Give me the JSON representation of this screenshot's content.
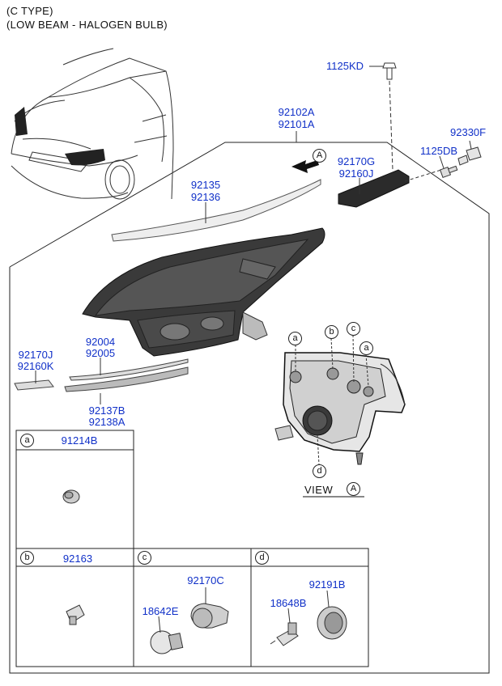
{
  "header": {
    "line1": "(C TYPE)",
    "line2": "(LOW BEAM - HALOGEN BULB)"
  },
  "parts": {
    "bolt_top": "1125KD",
    "lamp_assy_1": "92102A",
    "lamp_assy_2": "92101A",
    "cover_clip": "92330F",
    "bolt_side": "1125DB",
    "bracket_1": "92170G",
    "bracket_2": "92160J",
    "drl_1": "92135",
    "drl_2": "92136",
    "left_bracket_1": "92170J",
    "left_bracket_2": "92160K",
    "lens_strip_1": "92004",
    "lens_strip_2": "92005",
    "lower_strip_1": "92137B",
    "lower_strip_2": "92138A"
  },
  "view": {
    "label": "VIEW",
    "ref": "A"
  },
  "callouts": {
    "a": "a",
    "b": "b",
    "c": "c",
    "d": "d",
    "A": "A"
  },
  "boxes": {
    "a": {
      "letter": "a",
      "part": "91214B"
    },
    "b": {
      "letter": "b",
      "part": "92163"
    },
    "c": {
      "letter": "c",
      "part_socket": "92170C",
      "part_bulb": "18642E"
    },
    "d": {
      "letter": "d",
      "part_cap": "92191B",
      "part_bulb": "18648B"
    }
  }
}
